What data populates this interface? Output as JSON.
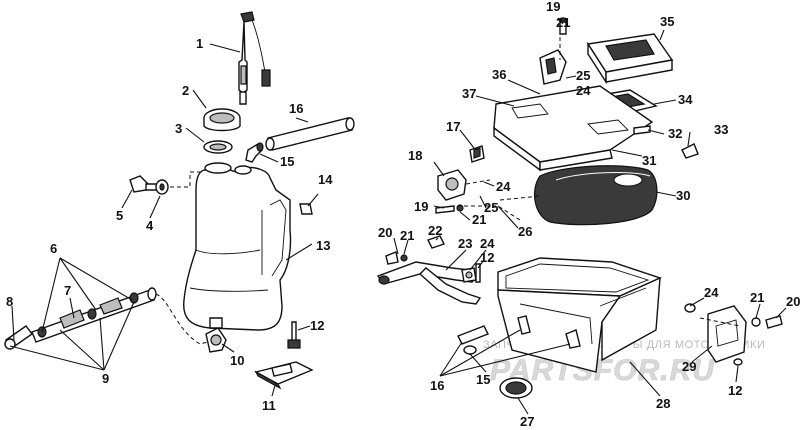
{
  "callouts": {
    "c1": "1",
    "c2": "2",
    "c3": "3",
    "c4": "4",
    "c5": "5",
    "c6": "6",
    "c7": "7",
    "c8": "8",
    "c9": "9",
    "c10": "10",
    "c11": "11",
    "c12a": "12",
    "c13": "13",
    "c14": "14",
    "c15a": "15",
    "c16a": "16",
    "c17": "17",
    "c18": "18",
    "c19a": "19",
    "c19b": "19",
    "c20a": "20",
    "c20b": "20",
    "c21a": "21",
    "c21b": "21",
    "c21c": "21",
    "c21d": "21",
    "c22": "22",
    "c23": "23",
    "c24a": "24",
    "c24b": "24",
    "c24c": "24",
    "c24d": "24",
    "c25a": "25",
    "c25b": "25",
    "c26": "26",
    "c27": "27",
    "c28": "28",
    "c29": "29",
    "c30": "30",
    "c31": "31",
    "c32": "32",
    "c33": "33",
    "c34": "34",
    "c35": "35",
    "c36": "36",
    "c37": "37",
    "c12b": "12",
    "c15b": "15",
    "c16b": "16"
  },
  "watermark": {
    "tagline": "ЗАПЧАСТИ И АКСЕССУАРЫ ДЛЯ МОТОТЕХНИКИ",
    "logo": "PARTSFOR.RU"
  }
}
